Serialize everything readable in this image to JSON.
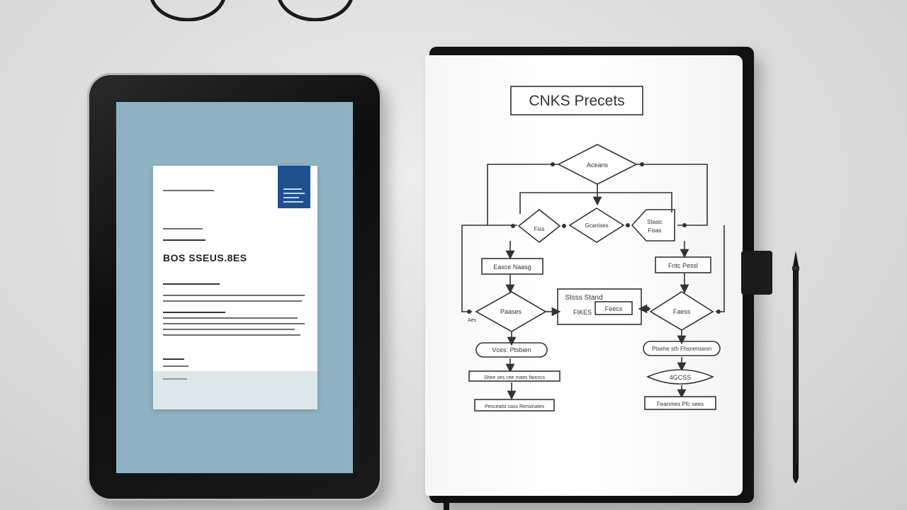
{
  "notebook": {
    "title": "CNKS Precets",
    "nodes": {
      "top_decision": "Aceans",
      "left_decision": "Fiss",
      "center_decision": "Gcanises",
      "right_decision_line1": "Stasic",
      "right_decision_line2": "Fisas",
      "left_process": "Eaxce Naasg",
      "right_process": "Fntc Pessl",
      "left_decision_2": "Paases",
      "center_box_line1": "Stsss Stand",
      "center_box_line2": "FIKES",
      "center_box_inner": "Feecs",
      "right_decision_2": "Faess",
      "left_terminal": "Vces: Ptsbien",
      "right_terminal": "Ptsehe sth Fhsnenseon",
      "left_box_3": "Shee ses cee maes fancrcs",
      "right_oval": "4GCSS",
      "left_box_4": "Pesceatst cass Rensinates",
      "right_box_4": "Feanmes Pfc sees",
      "side_label": "Aes"
    }
  },
  "tablet_document": {
    "heading": "BOS SSEUS.8ES"
  }
}
